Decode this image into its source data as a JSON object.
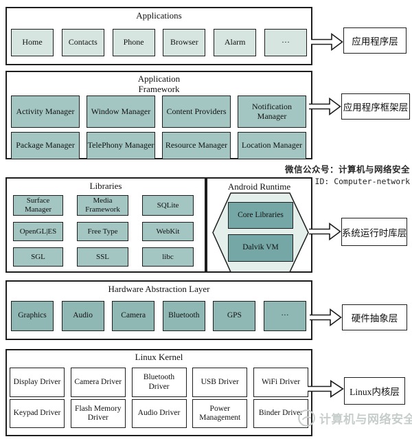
{
  "colors": {
    "border": "#1d1d1d",
    "applications_box_fill": "#d7e5e1",
    "framework_box_fill": "#a3c6c3",
    "hal_box_fill": "#8fb8b5",
    "runtime_inner_box_fill": "#74a7a5",
    "hexagon_fill": "#e4efeb",
    "kernel_box_fill": "#ffffff",
    "watermark_gray": "#c6cdca"
  },
  "applications": {
    "title": "Applications",
    "boxes": [
      "Home",
      "Contacts",
      "Phone",
      "Browser",
      "Alarm",
      "···"
    ]
  },
  "framework": {
    "title_line1": "Application",
    "title_line2": "Framework",
    "row1": [
      "Activity Manager",
      "Window Manager",
      "Content Providers",
      "Notification Manager"
    ],
    "row2": [
      "Package Manager",
      "TelePhony Manager",
      "Resource Manager",
      "Location Manager"
    ]
  },
  "libraries": {
    "title": "Libraries",
    "row1": [
      "Surface Manager",
      "Media Framework",
      "SQLite"
    ],
    "row2": [
      "OpenGL|ES",
      "Free Type",
      "WebKit"
    ],
    "row3": [
      "SGL",
      "SSL",
      "libc"
    ]
  },
  "runtime": {
    "title": "Android Runtime",
    "boxes": [
      "Core Libraries",
      "Dalvik VM"
    ]
  },
  "hal": {
    "title": "Hardware Abstraction Layer",
    "boxes": [
      "Graphics",
      "Audio",
      "Camera",
      "Bluetooth",
      "GPS",
      "···"
    ]
  },
  "kernel": {
    "title": "Linux Kernel",
    "row1": [
      "Display Driver",
      "Camera Driver",
      "Bluetooth Driver",
      "USB Driver",
      "WiFi Driver"
    ],
    "row2": [
      "Keypad Driver",
      "Flash Memory Driver",
      "Audio Driver",
      "Power Management",
      "Binder Driver"
    ]
  },
  "side_labels": {
    "applications": "应用程序层",
    "framework": "应用程序框架层",
    "runtime": "系统运行时库层",
    "hal": "硬件抽象层",
    "kernel": "Linux内核层"
  },
  "wechat": {
    "line1": "微信公众号：计算机与网络安全",
    "line2": "ID: Computer-network"
  },
  "watermark": {
    "text": "计算机与网络安全"
  }
}
